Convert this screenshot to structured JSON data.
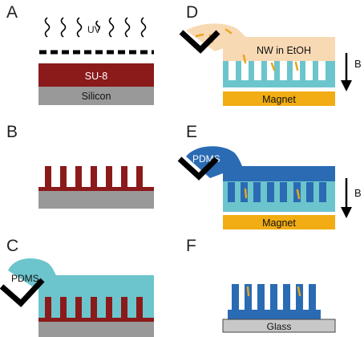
{
  "colors": {
    "su8": "#8b1a1a",
    "silicon": "#999999",
    "pdms_light": "#6cc5cc",
    "pdms_dark": "#2a6bb3",
    "ethanol": "#f7d9b4",
    "magnet": "#f2ad14",
    "nanowire": "#e8a61c",
    "glass": "#c8c8c8",
    "black": "#000000"
  },
  "panels": {
    "a": {
      "letter": "A",
      "uv_label": "UV",
      "su8_label": "SU-8",
      "silicon_label": "Silicon"
    },
    "b": {
      "letter": "B"
    },
    "c": {
      "letter": "C",
      "pdms_label": "PDMS"
    },
    "d": {
      "letter": "D",
      "solution_label": "NW in EtOH",
      "magnet_label": "Magnet",
      "field_label": "B"
    },
    "e": {
      "letter": "E",
      "pdms_label": "PDMS",
      "magnet_label": "Magnet",
      "field_label": "B"
    },
    "f": {
      "letter": "F",
      "substrate_label": "Glass"
    }
  }
}
